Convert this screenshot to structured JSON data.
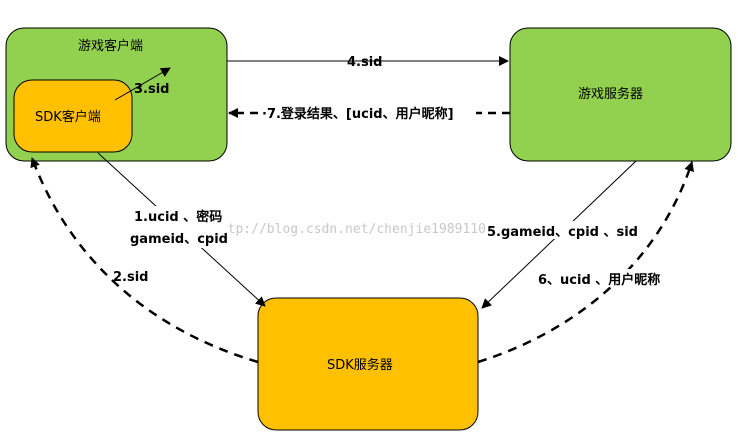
{
  "nodes": {
    "game_client": "游戏客户端",
    "sdk_client": "SDK客户端",
    "game_server": "游戏服务器",
    "sdk_server": "SDK服务器"
  },
  "edges": {
    "e1_line1": "1.ucid 、密码",
    "e1_line2": "gameid、cpid",
    "e2": "2.sid",
    "e3": "3.sid",
    "e4": "4.sid",
    "e5": "5.gameid、cpid 、sid",
    "e6": "6、ucid 、用户昵称",
    "e7": "·7.登录结果、[ucid、用户昵称]"
  },
  "watermark": "http://blog.csdn.net/chenjie19891104",
  "colors": {
    "green": "#92d050",
    "orange": "#ffc000",
    "stroke": "#000000"
  }
}
